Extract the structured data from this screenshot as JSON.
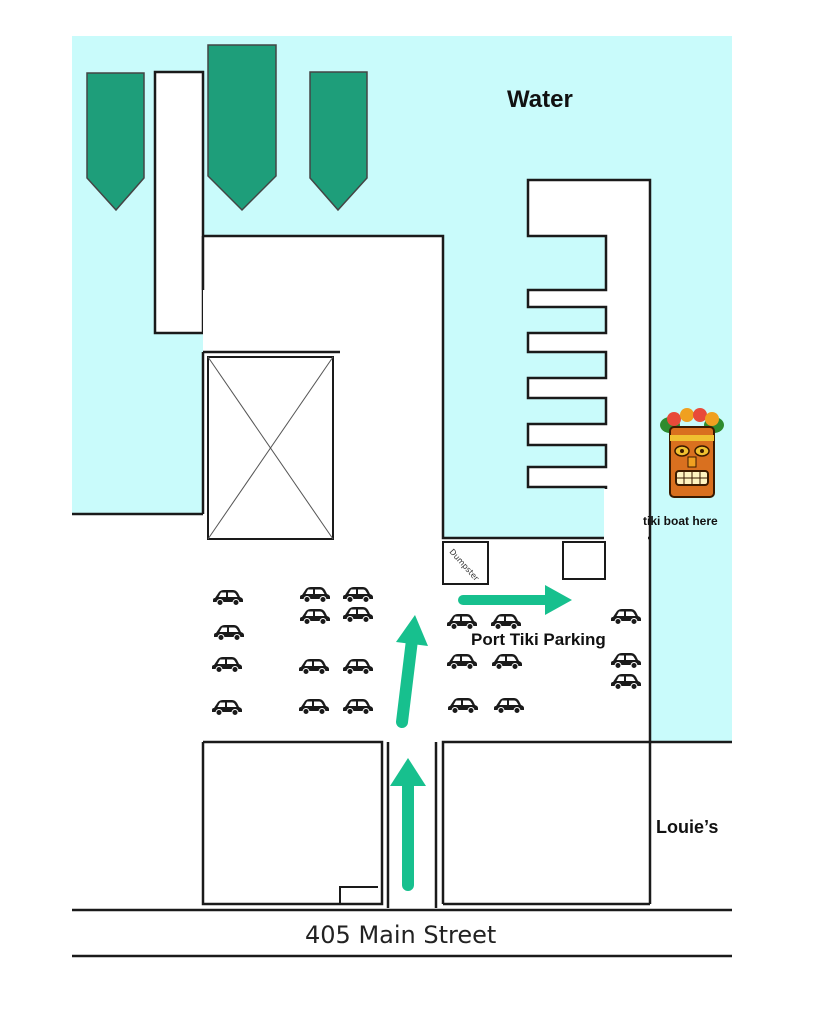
{
  "labels": {
    "water": "Water",
    "parking": "Port Tiki Parking",
    "louies": "Louie’s",
    "tiki_boat": "tiki boat here",
    "street": "405 Main Street",
    "dumpster": "Dumpster"
  },
  "colors": {
    "water": "#c9fbfb",
    "boat": "#1e9e7a",
    "arrow": "#17c08e",
    "outline": "#1a1a1a",
    "car": "#1a1a1a"
  },
  "icons": {
    "car": "car-icon",
    "tiki": "tiki-mask-icon",
    "boat": "boat-icon"
  }
}
